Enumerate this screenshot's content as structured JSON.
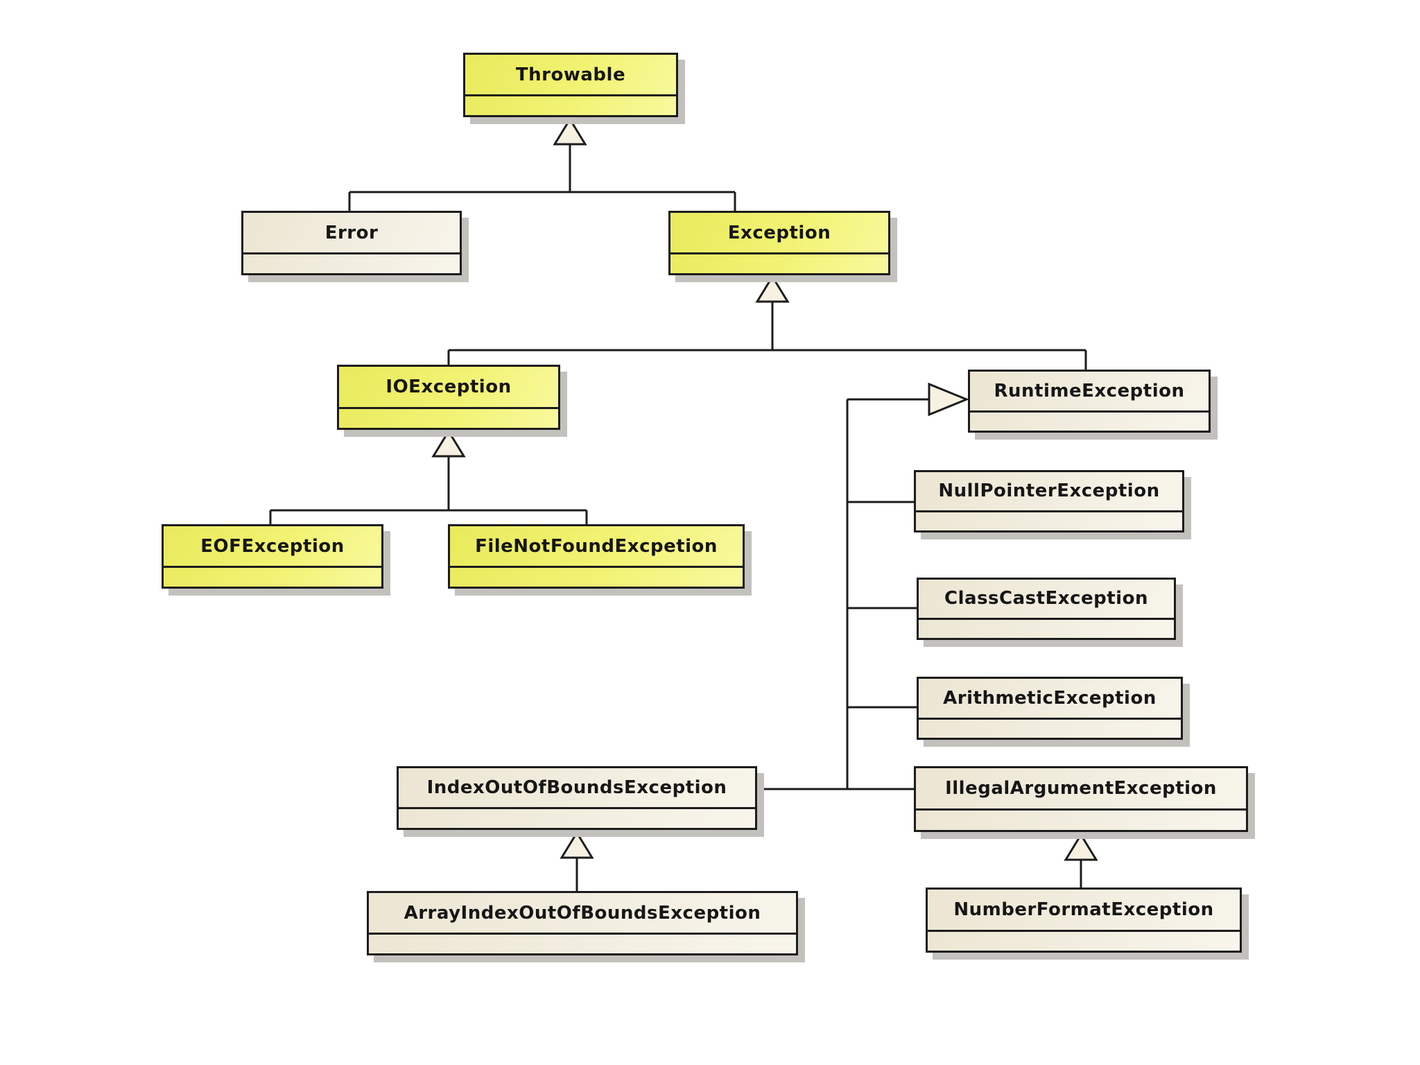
{
  "diagram": {
    "kind": "uml-class-inheritance-diagram",
    "subject": "Java exception hierarchy",
    "background_color": "#ffffff",
    "colors": {
      "highlighted_node_fill": "#f0f16a",
      "default_node_fill": "#f1ecdd",
      "node_border": "#1c1c1c",
      "node_shadow": "#c3c1bd",
      "connector": "#1c1c1c",
      "arrowhead_fill": "#f7f1e1",
      "label_text": "#161616"
    },
    "nodes": [
      {
        "id": "throwable",
        "label": "Throwable",
        "style": "highlighted"
      },
      {
        "id": "error",
        "label": "Error",
        "style": "default"
      },
      {
        "id": "exception",
        "label": "Exception",
        "style": "highlighted"
      },
      {
        "id": "ioexception",
        "label": "IOException",
        "style": "highlighted"
      },
      {
        "id": "runtimeexception",
        "label": "RuntimeException",
        "style": "default"
      },
      {
        "id": "eofexception",
        "label": "EOFException",
        "style": "highlighted"
      },
      {
        "id": "filenotfoundexcpetion",
        "label": "FileNotFoundExcpetion",
        "style": "highlighted"
      },
      {
        "id": "nullpointerexception",
        "label": "NullPointerException",
        "style": "default"
      },
      {
        "id": "classcastexception",
        "label": "ClassCastException",
        "style": "default"
      },
      {
        "id": "arithmeticexception",
        "label": "ArithmeticException",
        "style": "default"
      },
      {
        "id": "indexoutofboundsexception",
        "label": "IndexOutOfBoundsException",
        "style": "default"
      },
      {
        "id": "illegalargumentexception",
        "label": "IllegalArgumentException",
        "style": "default"
      },
      {
        "id": "arrayindexoutofboundsexception",
        "label": "ArrayIndexOutOfBoundsException",
        "style": "default"
      },
      {
        "id": "numberformatexception",
        "label": "NumberFormatException",
        "style": "default"
      }
    ],
    "edges": [
      {
        "from": "Error",
        "to": "Throwable",
        "type": "generalization"
      },
      {
        "from": "Exception",
        "to": "Throwable",
        "type": "generalization"
      },
      {
        "from": "IOException",
        "to": "Exception",
        "type": "generalization"
      },
      {
        "from": "RuntimeException",
        "to": "Exception",
        "type": "generalization"
      },
      {
        "from": "EOFException",
        "to": "IOException",
        "type": "generalization"
      },
      {
        "from": "FileNotFoundExcpetion",
        "to": "IOException",
        "type": "generalization"
      },
      {
        "from": "NullPointerException",
        "to": "RuntimeException",
        "type": "generalization"
      },
      {
        "from": "ClassCastException",
        "to": "RuntimeException",
        "type": "generalization"
      },
      {
        "from": "ArithmeticException",
        "to": "RuntimeException",
        "type": "generalization"
      },
      {
        "from": "IndexOutOfBoundsException",
        "to": "RuntimeException",
        "type": "generalization"
      },
      {
        "from": "IllegalArgumentException",
        "to": "RuntimeException",
        "type": "generalization"
      },
      {
        "from": "ArrayIndexOutOfBoundsException",
        "to": "IndexOutOfBoundsException",
        "type": "generalization"
      },
      {
        "from": "NumberFormatException",
        "to": "IllegalArgumentException",
        "type": "generalization"
      }
    ]
  }
}
